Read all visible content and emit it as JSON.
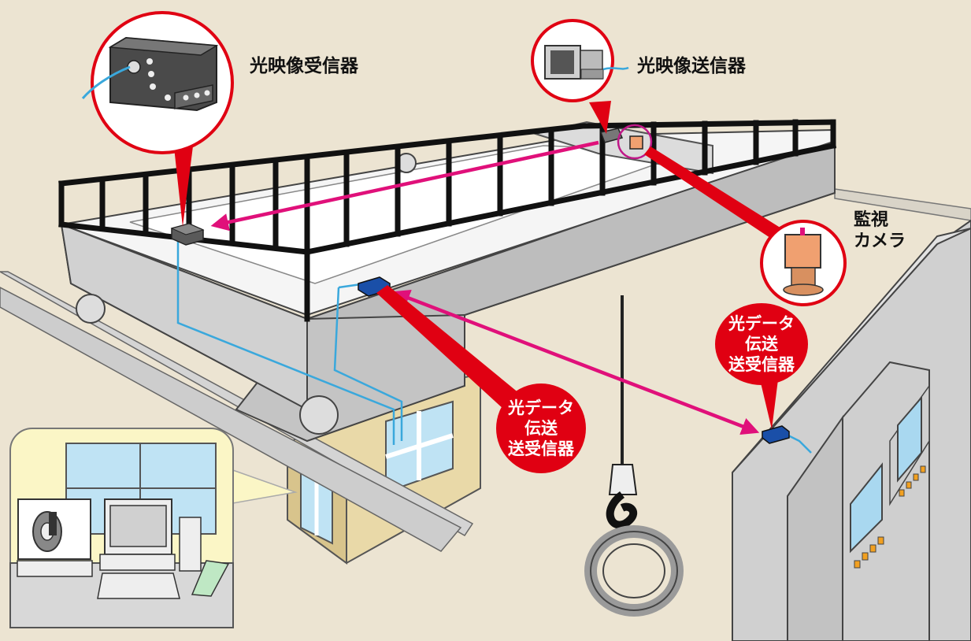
{
  "labels": {
    "optical_video_receiver": "光映像受信器",
    "optical_video_transmitter": "光映像送信器",
    "monitoring_camera_line1": "監視",
    "monitoring_camera_line2": "カメラ",
    "optical_data_transceiver_1": {
      "line1": "光データ",
      "line2": "伝送",
      "line3": "送受信器"
    },
    "optical_data_transceiver_2": {
      "line1": "光データ",
      "line2": "伝送",
      "line3": "送受信器"
    }
  },
  "colors": {
    "background": "#ece4d2",
    "callout_red": "#e00012",
    "signal_magenta": "#e0107a",
    "fiber_blue": "#3aa8dc",
    "railing_black": "#111111",
    "camera_orange": "#f0a070",
    "transceiver_blue": "#1a4fa8",
    "building_tan": "#e9d9a8",
    "panel_gray": "#c8c8c8"
  }
}
